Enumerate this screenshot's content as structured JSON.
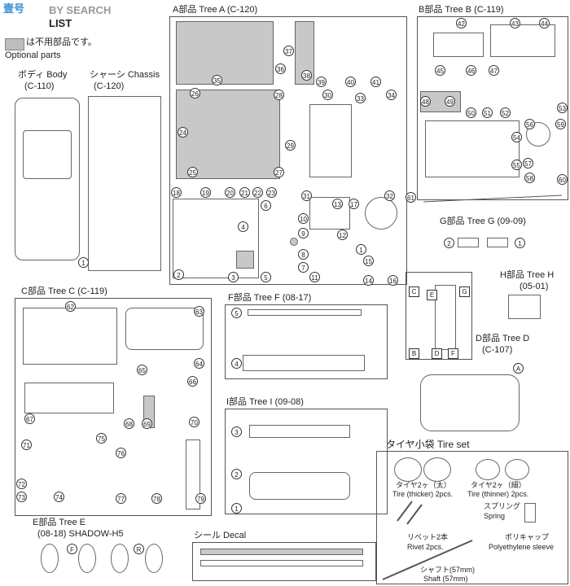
{
  "header": {
    "watermark_a": "壹号",
    "watermark_b": "BY SEARCH",
    "title_suffix": "LIST"
  },
  "legend": {
    "jp": "は不用部品です。",
    "en": "Optional parts"
  },
  "body": {
    "jp": "ボディ Body",
    "code": "(C-110)"
  },
  "chassis": {
    "jp": "シャーシ Chassis",
    "code": "(C-120)"
  },
  "trees": {
    "a": {
      "label": "A部品 Tree A",
      "code": "(C-120)"
    },
    "b": {
      "label": "B部品 Tree B",
      "code": "(C-119)"
    },
    "c": {
      "label": "C部品 Tree C",
      "code": "(C-119)"
    },
    "d": {
      "label": "D部品 Tree D",
      "code": "(C-107)"
    },
    "e": {
      "label": "E部品 Tree E",
      "code": "(08-18)",
      "name": "SHADOW-H5"
    },
    "f": {
      "label": "F部品 Tree F",
      "code": "(08-17)"
    },
    "g": {
      "label": "G部品 Tree G",
      "code": "(09-09)"
    },
    "h": {
      "label": "H部品 Tree H",
      "code": "(05-01)"
    },
    "i": {
      "label": "I部品 Tree I",
      "code": "(09-08)"
    }
  },
  "decal": {
    "label": "シール Decal"
  },
  "tireset": {
    "title": "タイヤ小袋 Tire set",
    "thick_jp": "タイヤ2ヶ（太）",
    "thick_en": "Tire (thicker) 2pcs.",
    "thin_jp": "タイヤ2ヶ（細）",
    "thin_en": "Tire (thinner) 2pcs.",
    "spring_jp": "スプリング",
    "spring_en": "Spring",
    "rivet_jp": "リベット2本",
    "rivet_en": "Rivet 2pcs.",
    "poly_jp": "ポリキャップ",
    "poly_en": "Polyethylene sleeve",
    "shaft_jp": "シャフト(57mm)",
    "shaft_en": "Shaft (57mm)"
  },
  "numbers": {
    "a": [
      "35",
      "36",
      "37",
      "38",
      "39",
      "40",
      "41",
      "26",
      "28",
      "30",
      "33",
      "34",
      "24",
      "29",
      "25",
      "27",
      "18",
      "19",
      "20",
      "21",
      "22",
      "23",
      "31",
      "32",
      "2",
      "3",
      "4",
      "5",
      "6",
      "7",
      "8",
      "9",
      "10",
      "11",
      "12",
      "13",
      "14",
      "15",
      "16",
      "17",
      "1"
    ],
    "b": [
      "42",
      "43",
      "44",
      "45",
      "46",
      "47",
      "48",
      "49",
      "50",
      "51",
      "52",
      "53",
      "54",
      "55",
      "56",
      "57",
      "58",
      "59",
      "60",
      "61"
    ],
    "c": [
      "62",
      "63",
      "64",
      "65",
      "66",
      "67",
      "68",
      "69",
      "70",
      "71",
      "72",
      "73",
      "74",
      "75",
      "76",
      "77",
      "78",
      "79"
    ],
    "f": [
      "5",
      "4"
    ],
    "g": [
      "2",
      "1"
    ],
    "i": [
      "3",
      "2",
      "1"
    ],
    "d": [
      "A",
      "B",
      "C",
      "D",
      "E",
      "F",
      "G"
    ],
    "e": [
      "F",
      "R"
    ]
  }
}
